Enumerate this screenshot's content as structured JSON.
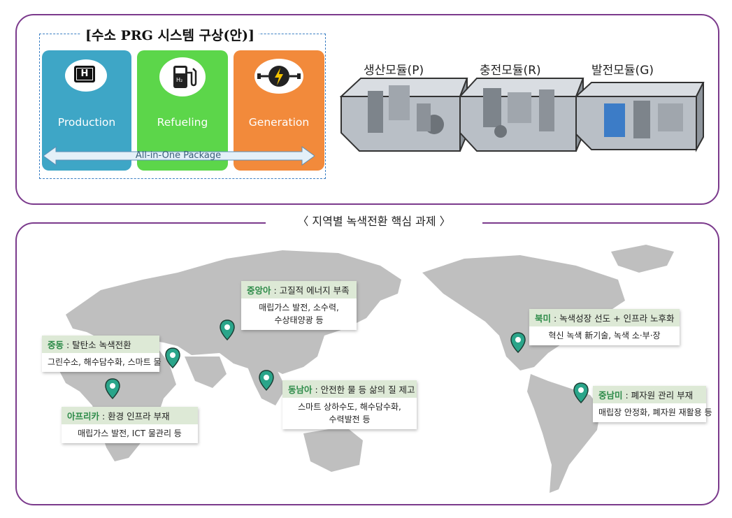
{
  "top": {
    "title": "[수소 PRG 시스템 구상(안)]",
    "cards": [
      {
        "label": "Production",
        "color": "#3ea6c6",
        "icon": "hydrogen-h-icon"
      },
      {
        "label": "Refueling",
        "color": "#5cd64a",
        "icon": "fuel-pump-h2-icon"
      },
      {
        "label": "Generation",
        "color": "#f28a3b",
        "icon": "power-plug-lightning-icon"
      }
    ],
    "h_letter": "H",
    "h2_label": "H₂",
    "package_label": "All-in-One Package",
    "modules": [
      "생산모듈(P)",
      "충전모듈(R)",
      "발전모듈(G)"
    ]
  },
  "bottom": {
    "title": "〈 지역별 녹색전환 핵심 과제 〉",
    "callouts": {
      "central_asia": {
        "region": "중앙아",
        "topic": " : 고질적 에너지 부족",
        "lines": [
          "매립가스 발전, 소수력,",
          "수상태양광 등"
        ]
      },
      "middle_east": {
        "region": "중동",
        "topic": " : 탈탄소 녹색전환",
        "lines": [
          "그린수소, 해수담수화, 스마트 물"
        ]
      },
      "africa": {
        "region": "아프리카",
        "topic": " : 환경 인프라 부재",
        "lines": [
          "매립가스 발전, ICT 물관리 등"
        ]
      },
      "southeast_asia": {
        "region": "동남아",
        "topic": " : 안전한 물 등 삶의 질 제고",
        "lines": [
          "스마트 상하수도, 해수담수화,",
          "수력발전 등"
        ]
      },
      "north_america": {
        "region": "북미",
        "topic": " : 녹색성장 선도 + 인프라 노후화",
        "lines": [
          "혁신 녹색 新기술, 녹색 소·부·장"
        ]
      },
      "latin_america": {
        "region": "중남미",
        "topic": " : 폐자원 관리 부재",
        "lines": [
          "매립장 안정화, 폐자원 재활용 등"
        ]
      }
    },
    "pin_color": "#2aa58a",
    "land_color": "#bfbfbf"
  }
}
